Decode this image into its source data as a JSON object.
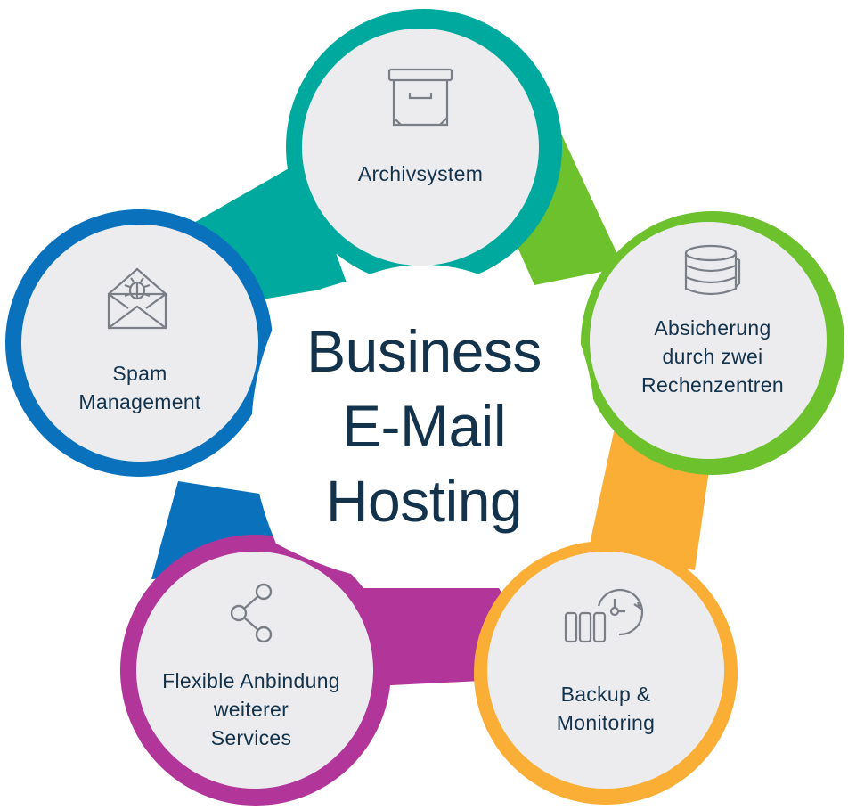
{
  "center": {
    "title_lines": [
      "Business",
      "E-Mail",
      "Hosting"
    ]
  },
  "nodes": [
    {
      "id": "archive",
      "label_lines": [
        "Archivsystem"
      ],
      "ring_color": "#00a99d",
      "icon": "archive-box-icon"
    },
    {
      "id": "redundancy",
      "label_lines": [
        "Absicherung",
        "durch zwei",
        "Rechenzentren"
      ],
      "ring_color": "#6cc12c",
      "icon": "database-icon"
    },
    {
      "id": "backup",
      "label_lines": [
        "Backup &",
        "Monitoring"
      ],
      "ring_color": "#fbae35",
      "icon": "backup-monitoring-icon"
    },
    {
      "id": "integration",
      "label_lines": [
        "Flexible Anbindung",
        "weiterer",
        "Services"
      ],
      "ring_color": "#b2359a",
      "icon": "share-nodes-icon"
    },
    {
      "id": "spam",
      "label_lines": [
        "Spam",
        "Management"
      ],
      "ring_color": "#0a72bc",
      "icon": "envelope-bug-icon"
    }
  ],
  "colors": {
    "text": "#13324b",
    "node_fill": "#ececee",
    "icon_stroke": "#7a7f87"
  }
}
